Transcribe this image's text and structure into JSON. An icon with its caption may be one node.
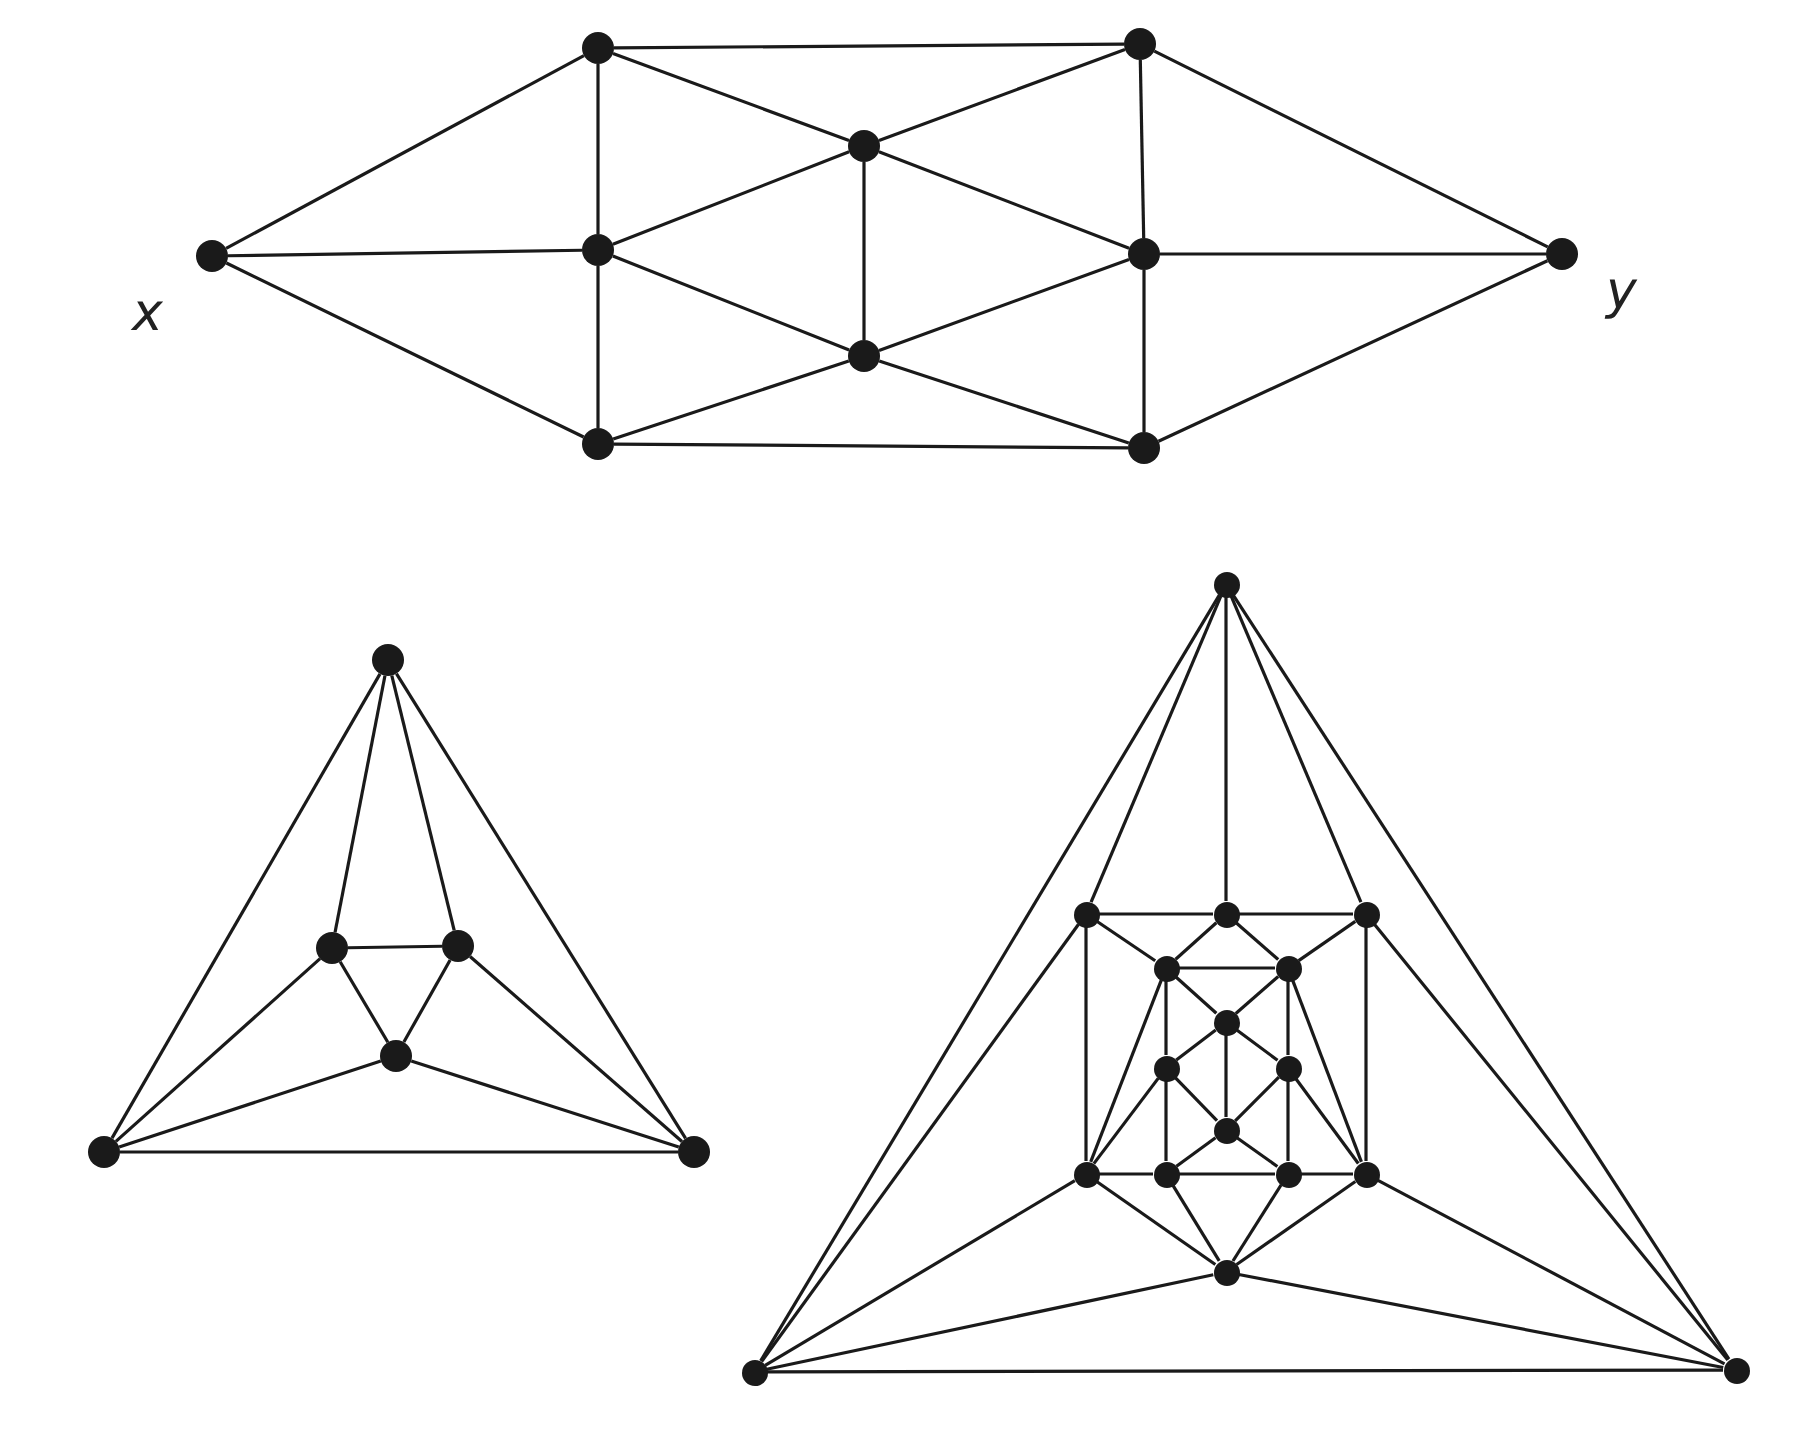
{
  "diagram": {
    "nodes": [
      {
        "text": [],
        "shape": "circle",
        "beside": [
          "x"
        ]
      },
      {
        "text": [],
        "shape": "circle"
      },
      {
        "text": [],
        "shape": "circle"
      },
      {
        "text": [],
        "shape": "circle"
      },
      {
        "text": [],
        "shape": "circle"
      },
      {
        "text": [],
        "shape": "circle"
      },
      {
        "text": [],
        "shape": "circle"
      },
      {
        "text": [],
        "shape": "circle"
      },
      {
        "text": [],
        "shape": "circle"
      },
      {
        "text": [],
        "shape": "circle",
        "beside": [
          "y"
        ]
      },
      {
        "text": [],
        "shape": "circle"
      },
      {
        "text": [],
        "shape": "circle"
      },
      {
        "text": [],
        "shape": "circle"
      },
      {
        "text": [],
        "shape": "circle"
      },
      {
        "text": [],
        "shape": "circle"
      },
      {
        "text": [],
        "shape": "circle"
      },
      {
        "text": [],
        "shape": "circle"
      },
      {
        "text": [],
        "shape": "circle"
      },
      {
        "text": [],
        "shape": "circle"
      },
      {
        "text": [],
        "shape": "circle"
      },
      {
        "text": [],
        "shape": "circle"
      },
      {
        "text": [],
        "shape": "circle"
      },
      {
        "text": [],
        "shape": "circle"
      },
      {
        "text": [],
        "shape": "circle"
      },
      {
        "text": [],
        "shape": "circle"
      },
      {
        "text": [],
        "shape": "circle"
      },
      {
        "text": [],
        "shape": "circle"
      },
      {
        "text": [],
        "shape": "circle"
      },
      {
        "text": [],
        "shape": "circle"
      },
      {
        "text": [],
        "shape": "circle"
      },
      {
        "text": [],
        "shape": "circle"
      },
      {
        "text": [],
        "shape": "circle"
      },
      {
        "text": [],
        "shape": "circle"
      }
    ],
    "edges": [
      {
        "from": 0,
        "to": 1,
        "arrow": "none"
      },
      {
        "from": 0,
        "to": 2,
        "arrow": "none"
      },
      {
        "from": 0,
        "to": 3,
        "arrow": "none"
      },
      {
        "from": 1,
        "to": 2,
        "arrow": "none"
      },
      {
        "from": 2,
        "to": 3,
        "arrow": "none"
      },
      {
        "from": 1,
        "to": 6,
        "arrow": "none"
      },
      {
        "from": 3,
        "to": 8,
        "arrow": "none"
      },
      {
        "from": 1,
        "to": 4,
        "arrow": "none"
      },
      {
        "from": 4,
        "to": 6,
        "arrow": "none"
      },
      {
        "from": 2,
        "to": 4,
        "arrow": "none"
      },
      {
        "from": 2,
        "to": 5,
        "arrow": "none"
      },
      {
        "from": 3,
        "to": 5,
        "arrow": "none"
      },
      {
        "from": 4,
        "to": 5,
        "arrow": "none"
      },
      {
        "from": 4,
        "to": 7,
        "arrow": "none"
      },
      {
        "from": 5,
        "to": 7,
        "arrow": "none"
      },
      {
        "from": 5,
        "to": 8,
        "arrow": "none"
      },
      {
        "from": 6,
        "to": 7,
        "arrow": "none"
      },
      {
        "from": 7,
        "to": 8,
        "arrow": "none"
      },
      {
        "from": 6,
        "to": 9,
        "arrow": "none"
      },
      {
        "from": 7,
        "to": 9,
        "arrow": "none"
      },
      {
        "from": 8,
        "to": 9,
        "arrow": "none"
      },
      {
        "from": 12,
        "to": 10,
        "arrow": "none"
      },
      {
        "from": 12,
        "to": 15,
        "arrow": "none"
      },
      {
        "from": 10,
        "to": 15,
        "arrow": "none"
      },
      {
        "from": 12,
        "to": 11,
        "arrow": "none"
      },
      {
        "from": 12,
        "to": 14,
        "arrow": "none"
      },
      {
        "from": 11,
        "to": 14,
        "arrow": "none"
      },
      {
        "from": 11,
        "to": 13,
        "arrow": "none"
      },
      {
        "from": 14,
        "to": 13,
        "arrow": "none"
      },
      {
        "from": 10,
        "to": 11,
        "arrow": "none"
      },
      {
        "from": 10,
        "to": 13,
        "arrow": "none"
      },
      {
        "from": 15,
        "to": 14,
        "arrow": "none"
      },
      {
        "from": 15,
        "to": 13,
        "arrow": "none"
      },
      {
        "from": 22,
        "to": 16,
        "arrow": "none"
      },
      {
        "from": 22,
        "to": 32,
        "arrow": "none"
      },
      {
        "from": 16,
        "to": 32,
        "arrow": "none"
      },
      {
        "from": 22,
        "to": 17,
        "arrow": "none"
      },
      {
        "from": 22,
        "to": 23,
        "arrow": "none"
      },
      {
        "from": 22,
        "to": 30,
        "arrow": "none"
      },
      {
        "from": 16,
        "to": 17,
        "arrow": "none"
      },
      {
        "from": 16,
        "to": 18,
        "arrow": "none"
      },
      {
        "from": 16,
        "to": 26,
        "arrow": "none"
      },
      {
        "from": 32,
        "to": 30,
        "arrow": "none"
      },
      {
        "from": 32,
        "to": 31,
        "arrow": "none"
      },
      {
        "from": 32,
        "to": 26,
        "arrow": "none"
      },
      {
        "from": 17,
        "to": 23,
        "arrow": "none"
      },
      {
        "from": 23,
        "to": 30,
        "arrow": "none"
      },
      {
        "from": 17,
        "to": 18,
        "arrow": "none"
      },
      {
        "from": 30,
        "to": 31,
        "arrow": "none"
      },
      {
        "from": 18,
        "to": 21,
        "arrow": "none"
      },
      {
        "from": 21,
        "to": 29,
        "arrow": "none"
      },
      {
        "from": 29,
        "to": 31,
        "arrow": "none"
      },
      {
        "from": 17,
        "to": 19,
        "arrow": "none"
      },
      {
        "from": 23,
        "to": 19,
        "arrow": "none"
      },
      {
        "from": 23,
        "to": 27,
        "arrow": "none"
      },
      {
        "from": 30,
        "to": 27,
        "arrow": "none"
      },
      {
        "from": 19,
        "to": 27,
        "arrow": "none"
      },
      {
        "from": 19,
        "to": 20,
        "arrow": "none"
      },
      {
        "from": 20,
        "to": 21,
        "arrow": "none"
      },
      {
        "from": 27,
        "to": 28,
        "arrow": "none"
      },
      {
        "from": 28,
        "to": 29,
        "arrow": "none"
      },
      {
        "from": 19,
        "to": 24,
        "arrow": "none"
      },
      {
        "from": 27,
        "to": 24,
        "arrow": "none"
      },
      {
        "from": 24,
        "to": 25,
        "arrow": "none"
      },
      {
        "from": 24,
        "to": 20,
        "arrow": "none"
      },
      {
        "from": 24,
        "to": 28,
        "arrow": "none"
      },
      {
        "from": 20,
        "to": 25,
        "arrow": "none"
      },
      {
        "from": 28,
        "to": 25,
        "arrow": "none"
      },
      {
        "from": 25,
        "to": 21,
        "arrow": "none"
      },
      {
        "from": 25,
        "to": 29,
        "arrow": "none"
      },
      {
        "from": 18,
        "to": 19,
        "arrow": "none"
      },
      {
        "from": 18,
        "to": 20,
        "arrow": "none"
      },
      {
        "from": 31,
        "to": 27,
        "arrow": "none"
      },
      {
        "from": 31,
        "to": 28,
        "arrow": "none"
      },
      {
        "from": 18,
        "to": 26,
        "arrow": "none"
      },
      {
        "from": 21,
        "to": 26,
        "arrow": "none"
      },
      {
        "from": 29,
        "to": 26,
        "arrow": "none"
      },
      {
        "from": 31,
        "to": 26,
        "arrow": "none"
      }
    ]
  }
}
